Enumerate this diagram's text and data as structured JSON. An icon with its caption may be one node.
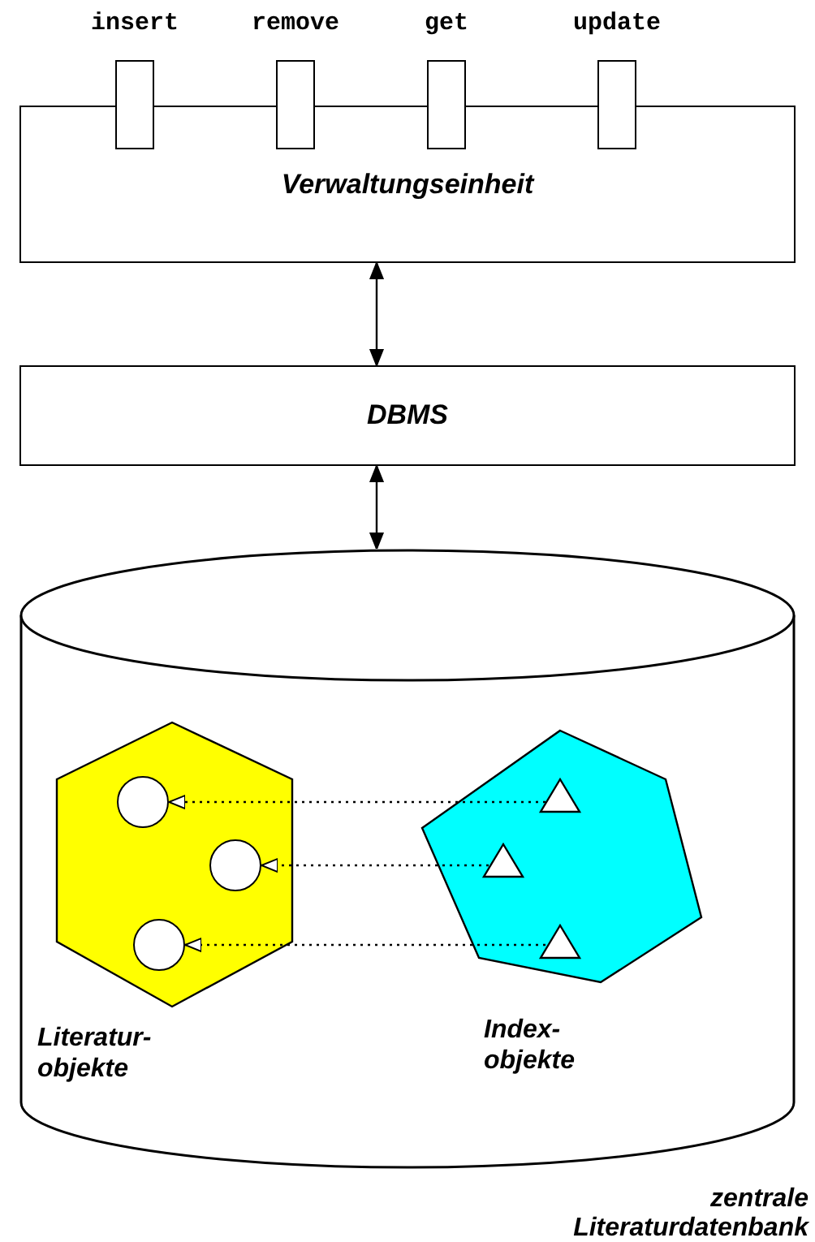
{
  "diagram": {
    "nodes": [
      {
        "text": [
          "Verwaltungseinheit"
        ]
      },
      {
        "text": [
          "insert"
        ]
      },
      {
        "text": [
          "remove"
        ]
      },
      {
        "text": [
          "get"
        ]
      },
      {
        "text": [
          "update"
        ]
      },
      {
        "text": [
          "DBMS"
        ]
      },
      {
        "text": [],
        "shape": "cylinder",
        "beside": [
          "zentrale Literaturdatenbank"
        ]
      },
      {
        "text": [
          "Literatur- objekte"
        ],
        "in": 6
      },
      {
        "text": [
          "Index- objekte"
        ],
        "in": 6
      },
      {
        "text": [],
        "shape": "circle",
        "in": 7
      },
      {
        "text": [],
        "shape": "circle",
        "in": 7
      },
      {
        "text": [],
        "shape": "circle",
        "in": 7
      },
      {
        "text": [],
        "shape": "triangle",
        "in": 8
      },
      {
        "text": [],
        "shape": "triangle",
        "in": 8
      },
      {
        "text": [],
        "shape": "triangle",
        "in": 8
      }
    ],
    "edges": [
      {
        "from": 0,
        "to": 5,
        "arrow": "both"
      },
      {
        "from": 5,
        "to": 6,
        "arrow": "both"
      },
      {
        "from": 12,
        "to": 9,
        "arrow": "to",
        "style": "dashed"
      },
      {
        "from": 13,
        "to": 10,
        "arrow": "to",
        "style": "dashed"
      },
      {
        "from": 14,
        "to": 11,
        "arrow": "to",
        "style": "dashed"
      }
    ]
  }
}
